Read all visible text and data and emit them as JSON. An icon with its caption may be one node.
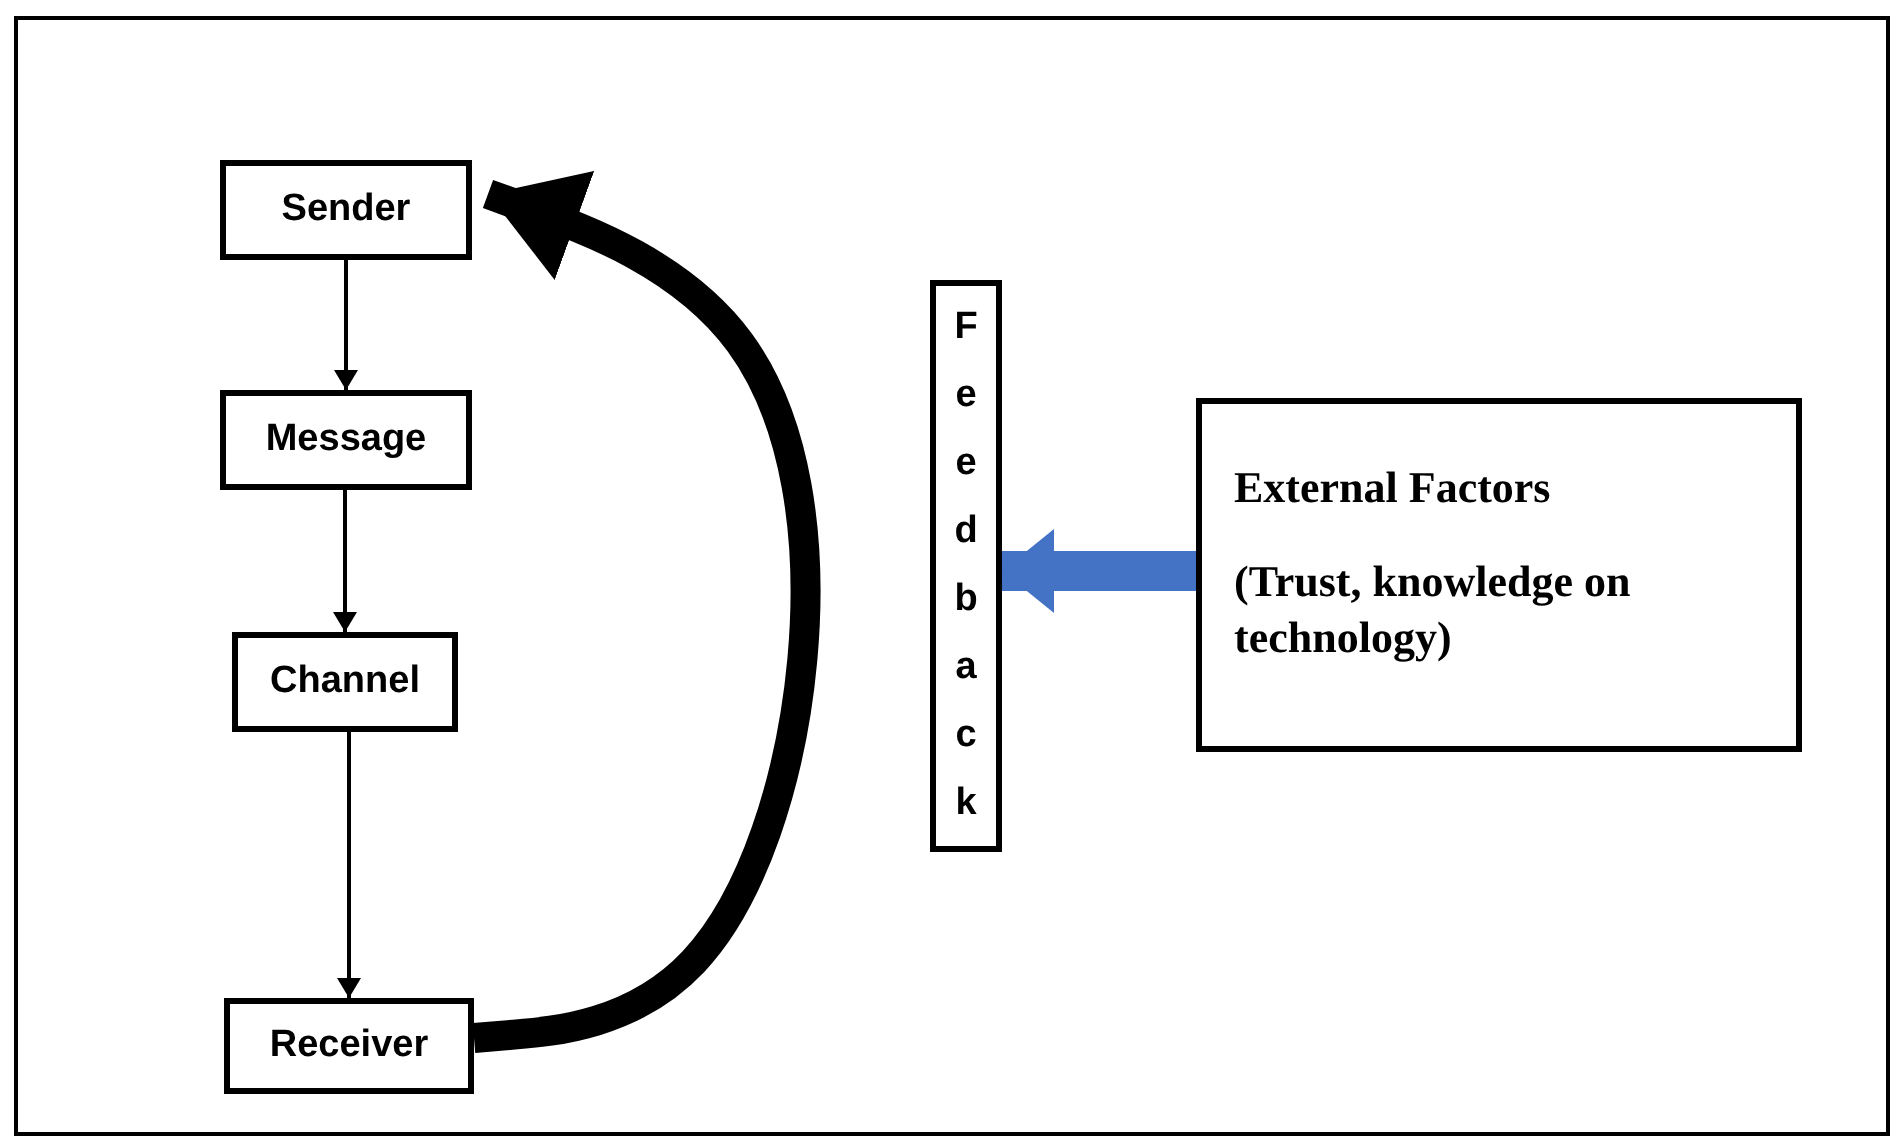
{
  "diagram": {
    "nodes": [
      {
        "text": [
          "Sender"
        ]
      },
      {
        "text": [
          "Message"
        ]
      },
      {
        "text": [
          "Channel"
        ]
      },
      {
        "text": [
          "Receiver"
        ]
      },
      {
        "text": [
          "Feedback"
        ]
      },
      {
        "text": [
          "External Factors",
          "(Trust, knowledge on technology)"
        ]
      }
    ],
    "edges": [
      {
        "from": 0,
        "to": 1,
        "arrow": "to"
      },
      {
        "from": 1,
        "to": 2,
        "arrow": "to"
      },
      {
        "from": 2,
        "to": 3,
        "arrow": "to"
      },
      {
        "from": 3,
        "to": 0,
        "arrow": "to",
        "style": "thick"
      },
      {
        "from": 5,
        "to": 4,
        "arrow": "to",
        "style": "thick",
        "color": "#4472c4"
      }
    ]
  }
}
